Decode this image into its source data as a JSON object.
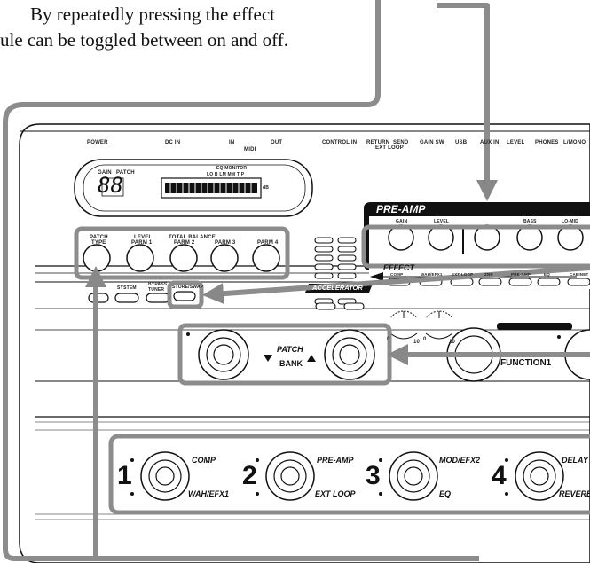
{
  "caption": {
    "line1": "By repeatedly pressing the effect",
    "line2": "ule can be toggled between on and off."
  },
  "top_labels": {
    "power": "POWER",
    "dc_in": "DC IN",
    "midi_in": "IN",
    "midi": "MIDI",
    "midi_out": "OUT",
    "control_in": "CONTROL IN",
    "return": "RETURN",
    "ext_loop": "EXT LOOP",
    "send": "SEND",
    "gain_sw": "GAIN SW",
    "usb": "USB",
    "aux_in": "AUX IN",
    "level": "LEVEL",
    "phones": "PHONES",
    "l_mono": "L/MONO"
  },
  "display": {
    "gain": "GAIN",
    "patch": "PATCH",
    "digits": "88",
    "eq_monitor": "EQ MONITOR",
    "eq_bands": "LO  B  LM  MM  T  P",
    "db": "dB"
  },
  "param_knobs": [
    {
      "top": "PATCH",
      "label": "TYPE"
    },
    {
      "top": "LEVEL",
      "label": "PARM 1"
    },
    {
      "top": "TOTAL BALANCE",
      "label": "PARM 2"
    },
    {
      "top": "",
      "label": "PARM 3"
    },
    {
      "top": "",
      "label": "PARM 4"
    }
  ],
  "small_buttons": {
    "system": "SYSTEM",
    "bypass_tuner": "BYPASS TUNER",
    "store_swap": "STORE/SWAP"
  },
  "preamp": {
    "title": "PRE-AMP",
    "gain": "GAIN",
    "level": "LEVEL",
    "bass": "BASS",
    "lo_mid": "LO-MID"
  },
  "effect": {
    "title": "EFFECT",
    "buttons": [
      "COMP",
      "WAH/EFX1",
      "EXT LOOP",
      "ZNR",
      "PRE-AMP",
      "EQ",
      "CABINET"
    ]
  },
  "accelerator": "ACCELERATOR",
  "scale": {
    "min": "0",
    "max": "10"
  },
  "patch_bank": {
    "patch": "PATCH",
    "bank": "BANK"
  },
  "function1": "FUNCTION1",
  "footswitches": [
    {
      "num": "1",
      "top": "COMP",
      "bottom": "WAH/EFX1"
    },
    {
      "num": "2",
      "top": "PRE-AMP",
      "bottom": "EXT LOOP"
    },
    {
      "num": "3",
      "top": "MOD/EFX2",
      "bottom": "EQ"
    },
    {
      "num": "4",
      "top": "DELAY",
      "bottom": "REVERB"
    }
  ]
}
